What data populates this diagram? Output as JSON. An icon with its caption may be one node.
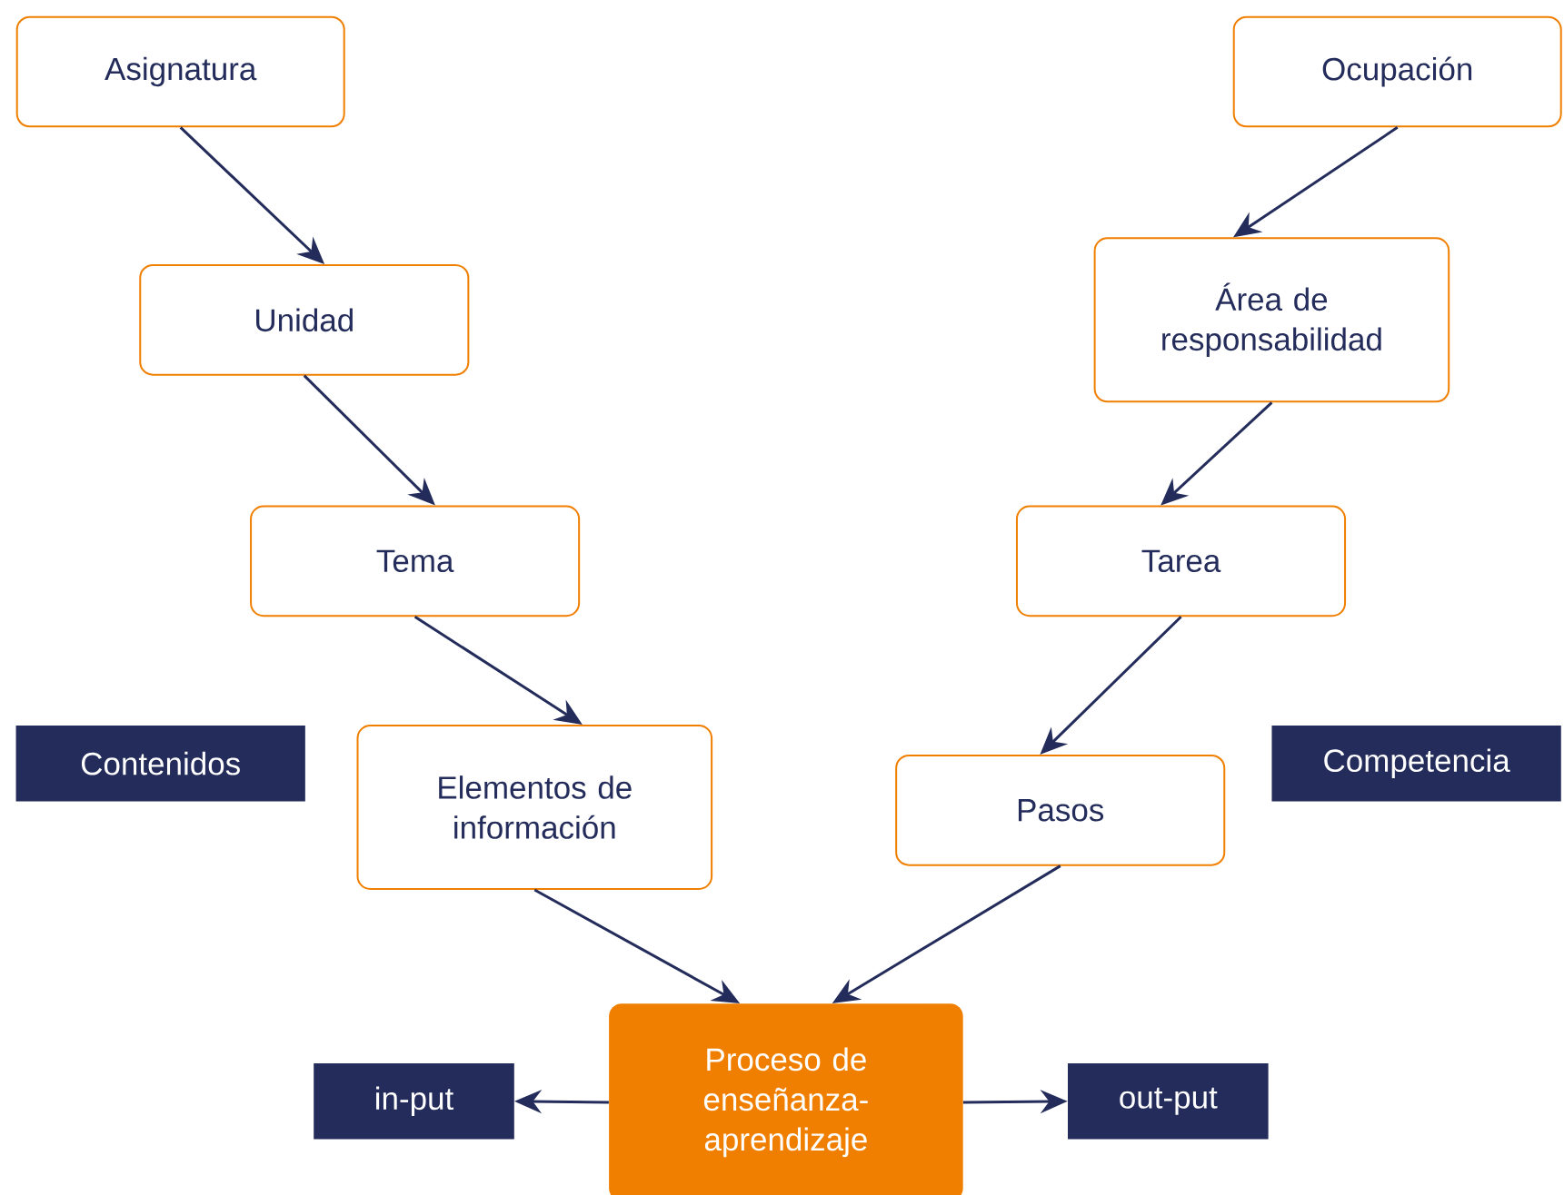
{
  "diagram": {
    "nodes": [
      {
        "text": [
          "Asignatura"
        ]
      },
      {
        "text": [
          "Unidad"
        ]
      },
      {
        "text": [
          "Tema"
        ]
      },
      {
        "text": [
          "Elementos de información"
        ]
      },
      {
        "text": [
          "Ocupación"
        ]
      },
      {
        "text": [
          "Área de responsabilidad"
        ]
      },
      {
        "text": [
          "Tarea"
        ]
      },
      {
        "text": [
          "Pasos"
        ]
      },
      {
        "text": [
          "Proceso de enseñanza-aprendizaje"
        ]
      },
      {
        "text": [
          "in-put"
        ]
      },
      {
        "text": [
          "out-put"
        ]
      },
      {
        "text": [
          "Contenidos"
        ]
      },
      {
        "text": [
          "Competencia"
        ]
      }
    ],
    "edges": [
      {
        "from": 0,
        "to": 1,
        "arrow": "to"
      },
      {
        "from": 1,
        "to": 2,
        "arrow": "to"
      },
      {
        "from": 2,
        "to": 3,
        "arrow": "to"
      },
      {
        "from": 3,
        "to": 8,
        "arrow": "to"
      },
      {
        "from": 4,
        "to": 5,
        "arrow": "to"
      },
      {
        "from": 5,
        "to": 6,
        "arrow": "to"
      },
      {
        "from": 6,
        "to": 7,
        "arrow": "to"
      },
      {
        "from": 7,
        "to": 8,
        "arrow": "to"
      },
      {
        "from": 8,
        "to": 9,
        "arrow": "to"
      },
      {
        "from": 8,
        "to": 10,
        "arrow": "to"
      }
    ]
  }
}
